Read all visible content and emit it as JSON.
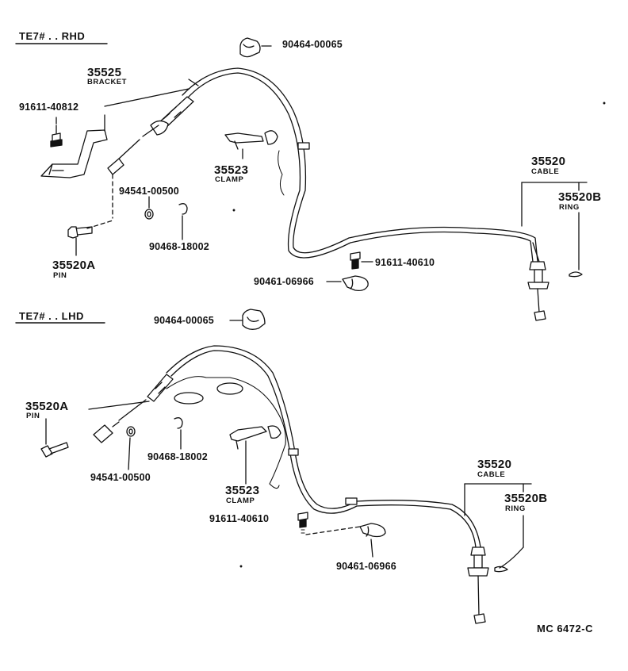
{
  "sections": {
    "rhd": {
      "title": "TE7# . . RHD",
      "parts": {
        "p90464": "90464-00065",
        "bracket_num": "35525",
        "bracket_name": "BRACKET",
        "bolt": "91611-40812",
        "clamp_num": "35523",
        "clamp_name": "CLAMP",
        "cable_num": "35520",
        "cable_name": "CABLE",
        "ring_num": "35520B",
        "ring_name": "RING",
        "p94541": "94541-00500",
        "p90468": "90468-18002",
        "pin_num": "35520A",
        "pin_name": "PIN",
        "p91611": "91611-40610",
        "p90461": "90461-06966"
      }
    },
    "lhd": {
      "title": "TE7# . . LHD",
      "parts": {
        "p90464": "90464-00065",
        "pin_num": "35520A",
        "pin_name": "PIN",
        "p90468": "90468-18002",
        "p94541": "94541-00500",
        "clamp_num": "35523",
        "clamp_name": "CLAMP",
        "cable_num": "35520",
        "cable_name": "CABLE",
        "ring_num": "35520B",
        "ring_name": "RING",
        "p91611": "91611-40610",
        "p90461": "90461-06966"
      }
    }
  },
  "footer": {
    "code": "MC 6472-C"
  }
}
